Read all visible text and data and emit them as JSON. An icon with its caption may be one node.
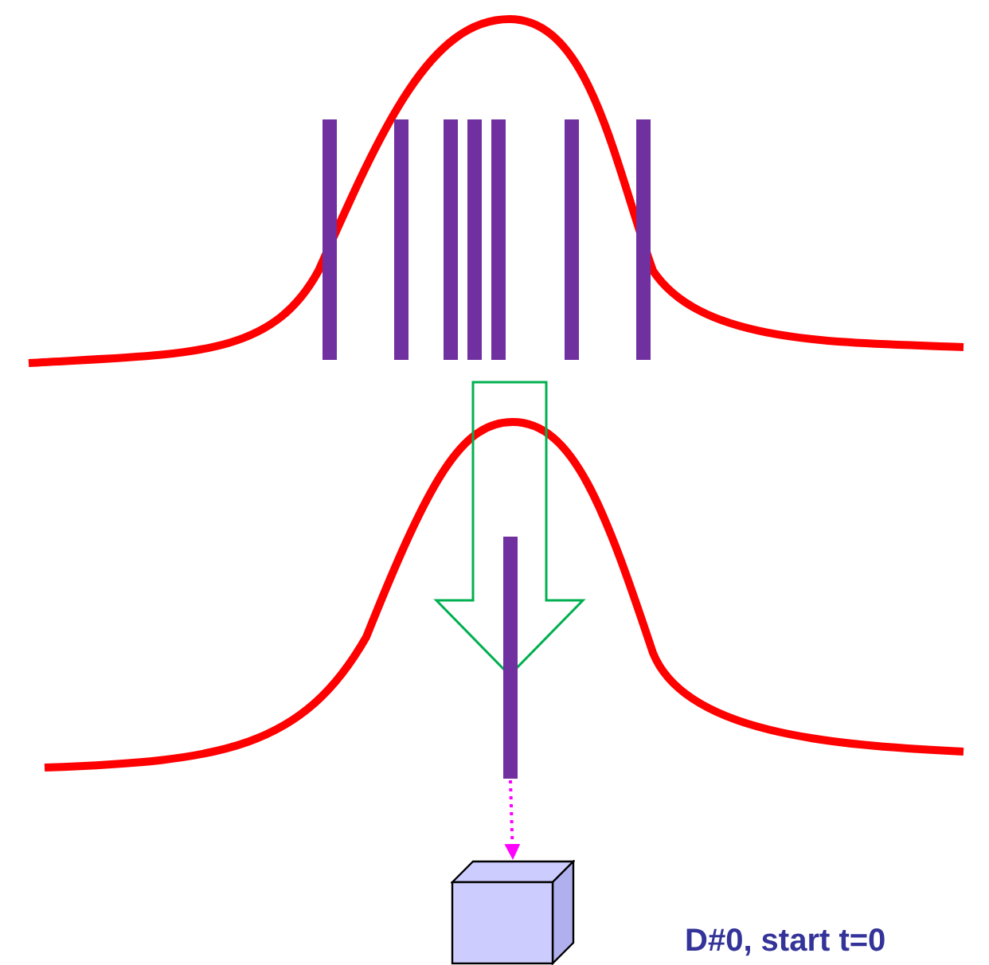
{
  "diagram": {
    "nodes": [
      {
        "text": [],
        "shape": "bar"
      },
      {
        "text": [],
        "shape": "box"
      }
    ],
    "edges": [
      {
        "from": 0,
        "to": 1,
        "arrow": "to",
        "style": "dashed",
        "color": "#ff00ff"
      }
    ],
    "labels": [
      "D#0, start t=0"
    ]
  }
}
